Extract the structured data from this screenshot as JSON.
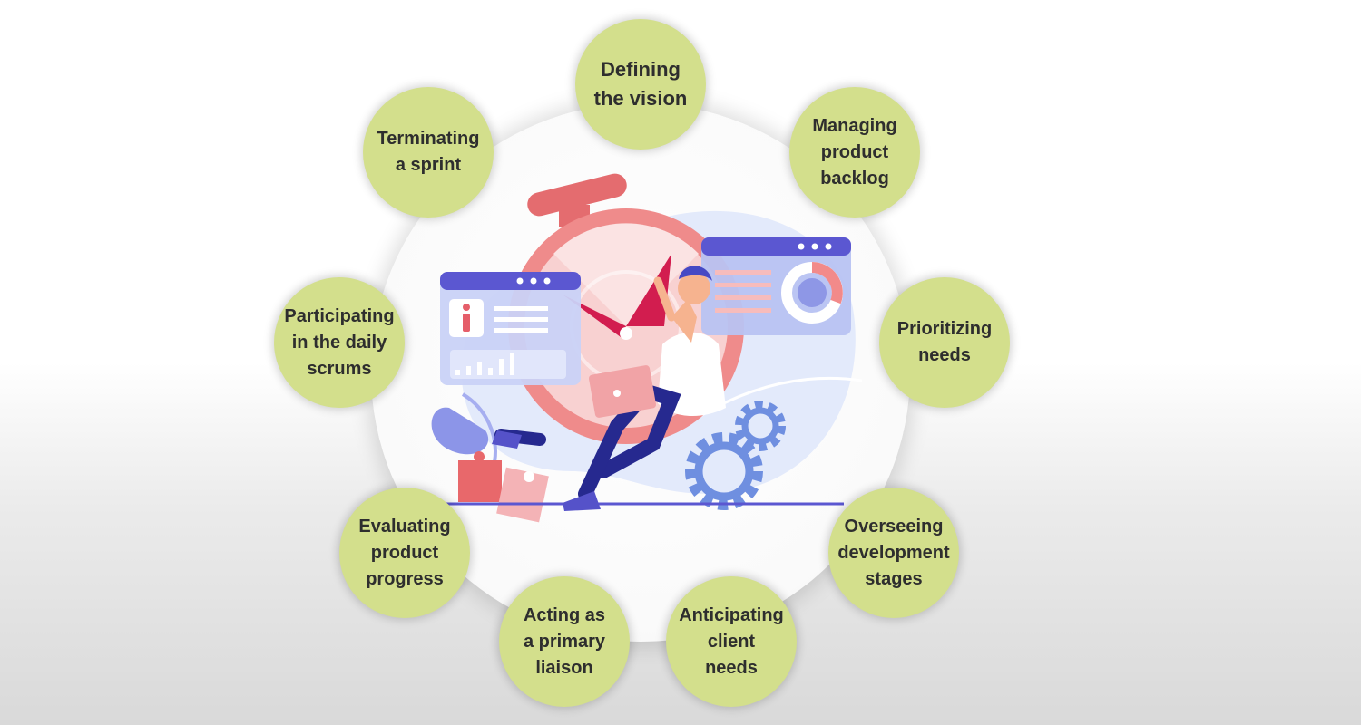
{
  "nodes": [
    {
      "id": "defining-vision",
      "label": "Defining\nthe vision"
    },
    {
      "id": "managing-backlog",
      "label": "Managing\nproduct\nbacklog"
    },
    {
      "id": "prioritizing-needs",
      "label": "Prioritizing\nneeds"
    },
    {
      "id": "overseeing-stages",
      "label": "Overseeing\ndevelopment\nstages"
    },
    {
      "id": "anticipating-needs",
      "label": "Anticipating\nclient\nneeds"
    },
    {
      "id": "primary-liaison",
      "label": "Acting as\na primary\nliaison"
    },
    {
      "id": "evaluating-progress",
      "label": "Evaluating\nproduct\nprogress"
    },
    {
      "id": "daily-scrums",
      "label": "Participating\nin the daily\nscrums"
    },
    {
      "id": "terminating-sprint",
      "label": "Terminating\na sprint"
    }
  ],
  "colors": {
    "node_fill": "#d3df8c",
    "node_text": "#2e2e2e",
    "clock_red": "#e9797a",
    "accent_purple": "#5b57d1",
    "gear_blue": "#6f8fe0"
  },
  "icons": [
    "stopwatch-icon",
    "gear-icon",
    "info-icon",
    "donut-chart-icon",
    "puzzle-piece-icon",
    "laptop-icon",
    "person-figure"
  ]
}
